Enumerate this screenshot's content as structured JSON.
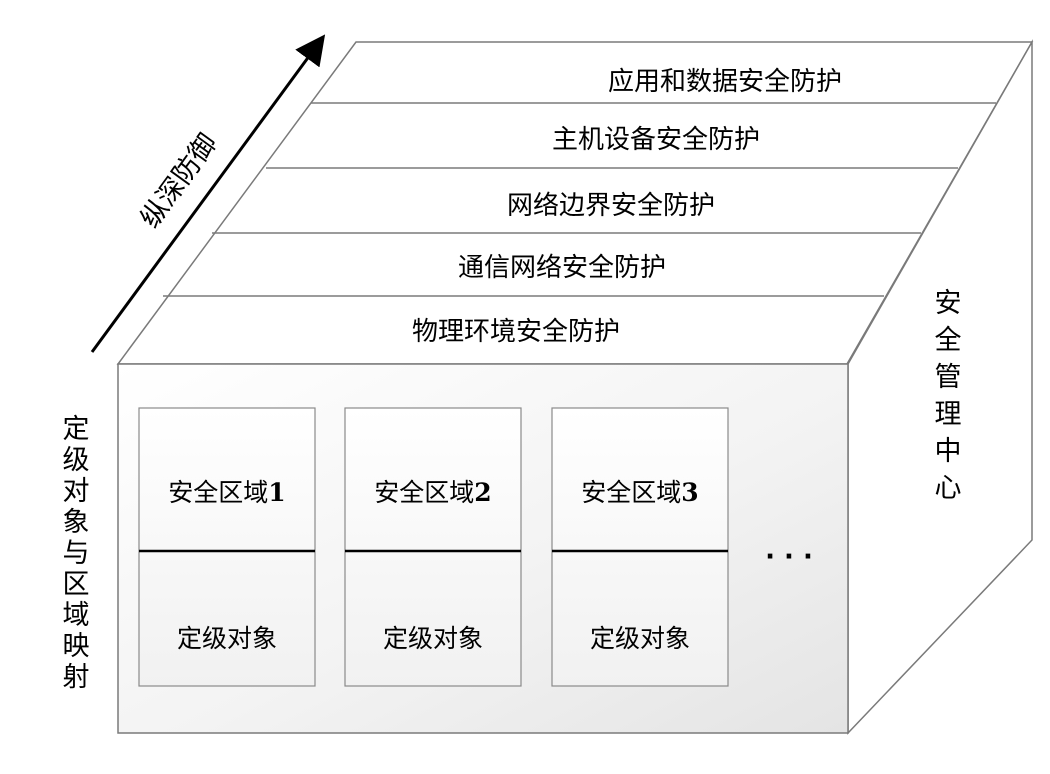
{
  "layers": [
    "应用和数据安全防护",
    "主机设备安全防护",
    "网络边界安全防护",
    "通信网络安全防护",
    "物理环境安全防护"
  ],
  "arrow_label": "纵深防御",
  "side_label": "安全管理中心",
  "left_label": "定级对象与区域映射",
  "zones": [
    {
      "title": "安全区域",
      "num": "1",
      "object": "定级对象"
    },
    {
      "title": "安全区域",
      "num": "2",
      "object": "定级对象"
    },
    {
      "title": "安全区域",
      "num": "3",
      "object": "定级对象"
    }
  ],
  "ellipsis": "· · ·"
}
